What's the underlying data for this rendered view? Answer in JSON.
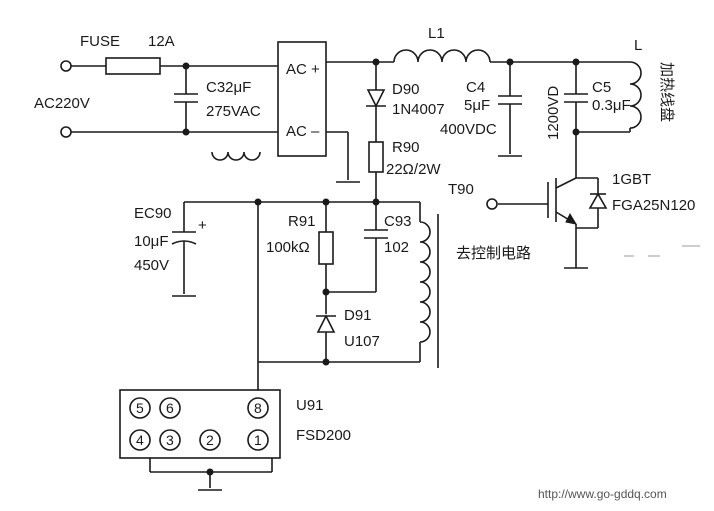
{
  "labels": {
    "fuse": "FUSE",
    "fuse_rating": "12A",
    "ac_input": "AC220V",
    "c32": "C32μF",
    "c32_v": "275VAC",
    "ac_plus": "AC +",
    "ac_minus": "AC –",
    "l1": "L1",
    "d90": "D90",
    "d90_part": "1N4007",
    "r90": "R90",
    "r90_val": "22Ω/2W",
    "c4": "C4",
    "c4_val": "5μF",
    "c4_v": "400VDC",
    "v1200": "1200VD",
    "c5": "C5",
    "c5_val": "0.3μF",
    "l": "L",
    "coil_cn": "加热线盘",
    "t90": "T90",
    "igbt": "1GBT",
    "igbt_part": "FGA25N120",
    "to_ctrl_cn": "去控制电路",
    "ec90": "EC90",
    "ec90_val": "10μF",
    "ec90_v": "450V",
    "ec90_plus": "+",
    "r91": "R91",
    "r91_val": "100kΩ",
    "c93": "C93",
    "c93_val": "102",
    "d91": "D91",
    "d91_part": "U107",
    "u91": "U91",
    "u91_part": "FSD200",
    "pin5": "5",
    "pin6": "6",
    "pin8": "8",
    "pin4": "4",
    "pin3": "3",
    "pin2": "2",
    "pin1": "1",
    "watermark": "http://www.go-gddq.com"
  }
}
